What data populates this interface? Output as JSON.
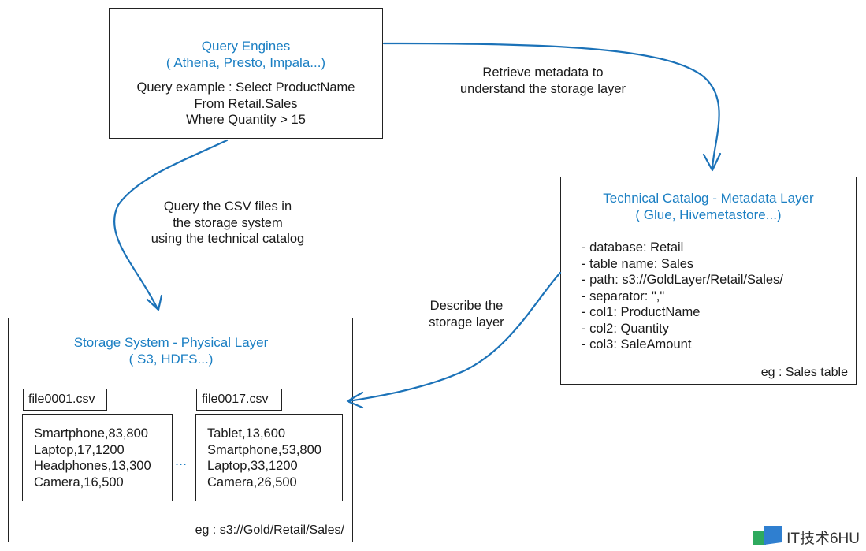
{
  "query_engines": {
    "title": "Query Engines",
    "subtitle": "( Athena, Presto, Impala...)",
    "lines": [
      "Query example : Select ProductName",
      "From Retail.Sales",
      "Where Quantity > 15"
    ]
  },
  "catalog": {
    "title": "Technical Catalog - Metadata Layer",
    "subtitle": "( Glue, Hivemetastore...)",
    "lines": [
      "- database: Retail",
      "- table name: Sales",
      "- path: s3://GoldLayer/Retail/Sales/",
      "- separator: \",\"",
      "- col1: ProductName",
      "- col2: Quantity",
      "- col3: SaleAmount"
    ],
    "footnote": "eg : Sales table"
  },
  "storage": {
    "title": "Storage System - Physical Layer",
    "subtitle": "( S3, HDFS...)",
    "footnote": "eg : s3://Gold/Retail/Sales/",
    "ellipsis": "...",
    "files": [
      {
        "name": "file0001.csv",
        "rows": [
          "Smartphone,83,800",
          "Laptop,17,1200",
          "Headphones,13,300",
          "Camera,16,500"
        ]
      },
      {
        "name": "file0017.csv",
        "rows": [
          "Tablet,13,600",
          "Smartphone,53,800",
          "Laptop,33,1200",
          "Camera,26,500"
        ]
      }
    ]
  },
  "edges": {
    "retrieve": [
      "Retrieve metadata to",
      "understand the storage layer"
    ],
    "query": [
      "Query the CSV files in",
      "the storage system",
      "using the technical catalog"
    ],
    "describe": [
      "Describe the",
      "storage layer"
    ]
  },
  "colors": {
    "arrow": "#1b72b8",
    "title": "#1b7fc3"
  },
  "watermark": "IT技术6HU"
}
